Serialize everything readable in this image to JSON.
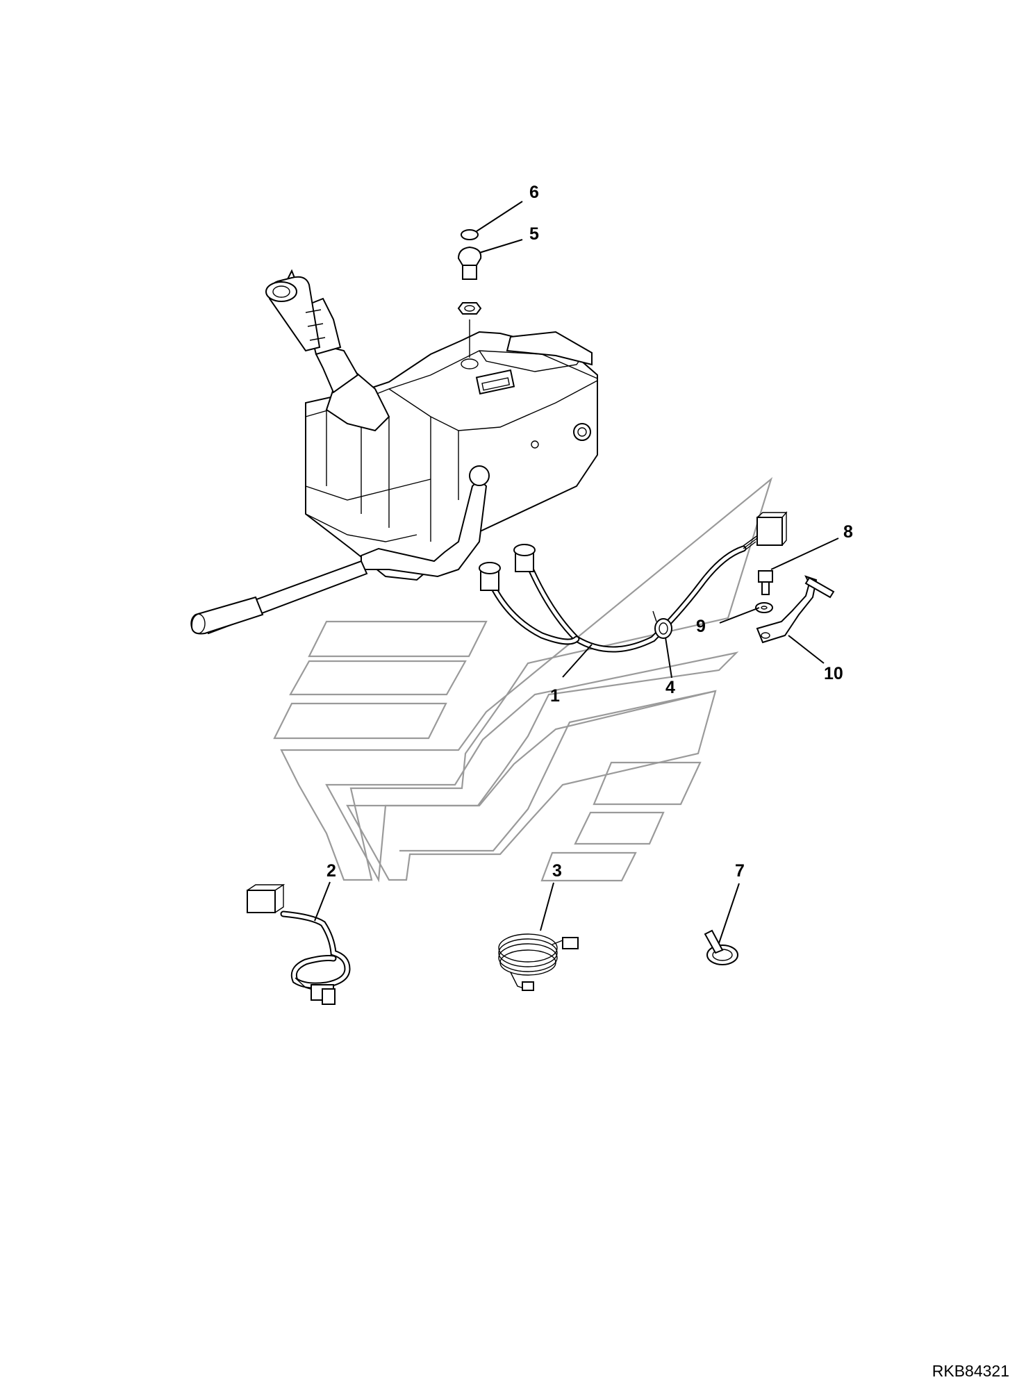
{
  "diagram": {
    "callouts": [
      {
        "id": "1",
        "label": "1"
      },
      {
        "id": "2",
        "label": "2"
      },
      {
        "id": "3",
        "label": "3"
      },
      {
        "id": "4",
        "label": "4"
      },
      {
        "id": "5",
        "label": "5"
      },
      {
        "id": "6",
        "label": "6"
      },
      {
        "id": "7",
        "label": "7"
      },
      {
        "id": "8",
        "label": "8"
      },
      {
        "id": "9",
        "label": "9"
      },
      {
        "id": "10",
        "label": "10"
      }
    ],
    "reference_code": "RKB84321"
  }
}
